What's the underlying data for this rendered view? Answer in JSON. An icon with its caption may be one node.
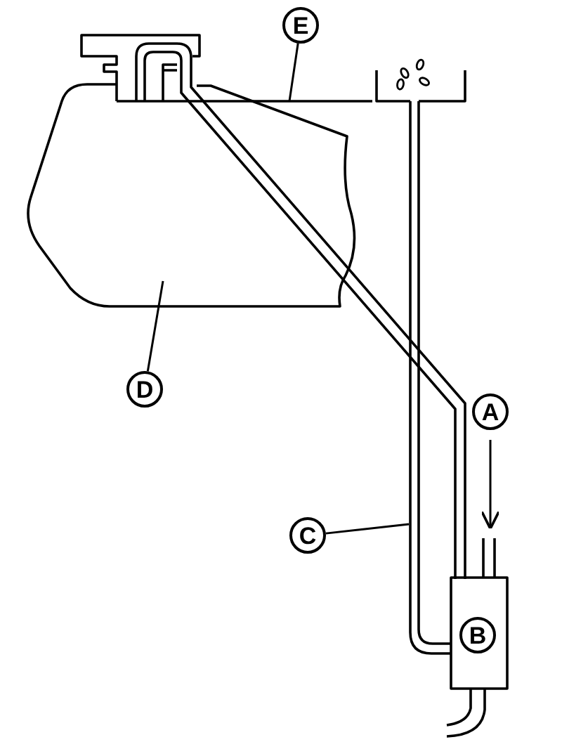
{
  "diagram": {
    "nodes": [
      {
        "text": [
          "E"
        ]
      },
      {
        "text": [
          "D"
        ]
      },
      {
        "text": [
          "A"
        ]
      },
      {
        "text": [
          "C"
        ]
      },
      {
        "text": [
          "B"
        ]
      }
    ],
    "edges": [
      {
        "from": 0,
        "to": null,
        "arrow": "none"
      },
      {
        "from": 1,
        "to": null,
        "arrow": "none"
      },
      {
        "from": 3,
        "to": null,
        "arrow": "none"
      }
    ]
  }
}
